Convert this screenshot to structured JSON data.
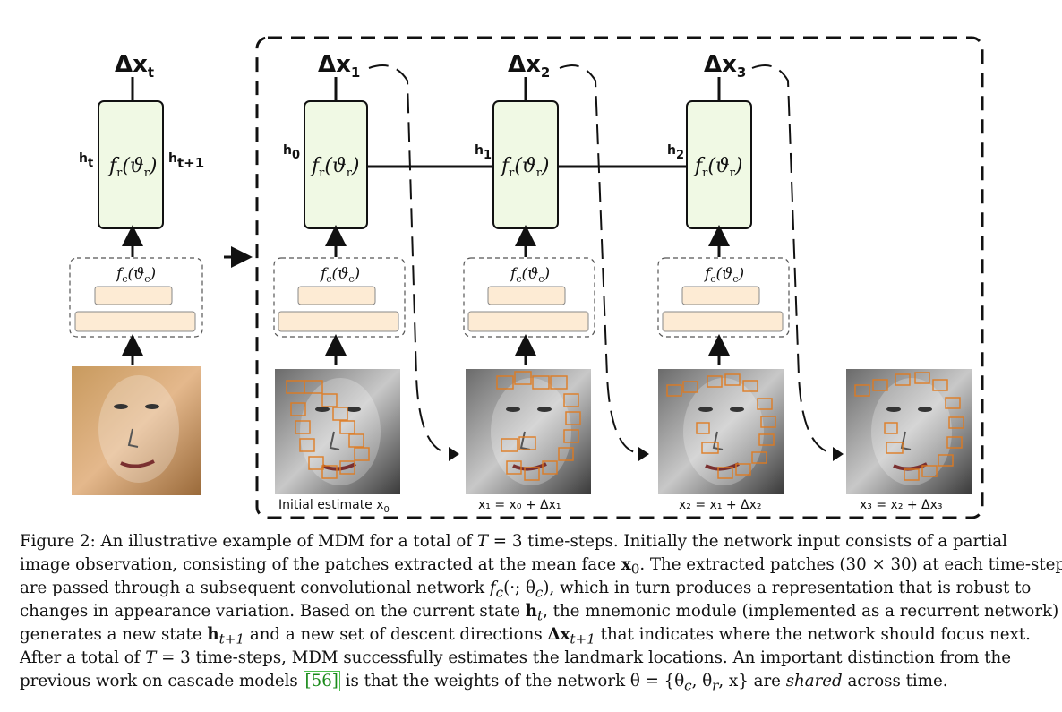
{
  "diagram": {
    "single_cell": {
      "output": "Δx",
      "output_sub": "t",
      "hidden_in": "h",
      "hidden_in_sub": "t",
      "hidden_out": "h",
      "hidden_out_sub": "t+1",
      "recurrent_label": "fr(ϑr)",
      "conv_label": "fc(ϑc)"
    },
    "steps": [
      {
        "output": "Δx",
        "output_sub": "1",
        "hidden": "h",
        "hidden_sub": "0",
        "image_caption": "Initial estimate x",
        "image_caption_sub": "0"
      },
      {
        "output": "Δx",
        "output_sub": "2",
        "hidden": "h",
        "hidden_sub": "1",
        "image_caption": "x₁ = x₀ + Δx₁"
      },
      {
        "output": "Δx",
        "output_sub": "3",
        "hidden": "h",
        "hidden_sub": "2",
        "image_caption": "x₂ = x₁ + Δx₂"
      }
    ],
    "final_image_caption": "x₃ = x₂ + Δx₃",
    "colors": {
      "recurrent_fill": "#f0f9e4",
      "conv_fill": "#fdebd4",
      "patch_color": "#e07a1e",
      "photo_tone": "#e0b48a"
    }
  },
  "caption": {
    "lines": [
      "Figure 2: An illustrative example of MDM for a total of T = 3 time-steps. Initially the network input consists of a partial",
      "image observation, consisting of the patches extracted at the mean face x₀. The extracted patches (30 × 30) at each time-step",
      "are passed through a subsequent convolutional network f_c(·; θ_c), which in turn produces a representation that is robust to",
      "changes in appearance variation. Based on the current state h_t, the mnemonic module (implemented as a recurrent network)",
      "generates a new state h_{t+1} and a new set of descent directions Δx_{t+1} that indicates where the network should focus next.",
      "After a total of T = 3 time-steps, MDM successfully estimates the landmark locations. An important distinction from the",
      "previous work on cascade models [56] is that the weights of the network θ = {θ_c, θ_r, x} are shared across time."
    ],
    "segments": {
      "l1a": "Figure 2: An illustrative example of MDM for a total of ",
      "l1b": "T",
      "l1c": " = 3 time-steps. Initially the network input consists of a partial",
      "l2a": "image observation, consisting of the patches extracted at the mean face ",
      "l2b": "x",
      "l2c": "0",
      "l2d": ". The extracted patches (30 × 30) at each time-step",
      "l3a": "are passed through a subsequent convolutional network ",
      "l3b": "f",
      "l3c": "c",
      "l3d": "(·; θ",
      "l3e": "c",
      "l3f": "), which in turn produces a representation that is robust to",
      "l4a": "changes in appearance variation. Based on the current state ",
      "l4b": "h",
      "l4c": "t",
      "l4d": ", the mnemonic module (implemented as a recurrent network)",
      "l5a": "generates a new state ",
      "l5b": "h",
      "l5c": "t+1",
      "l5d": " and a new set of descent directions ",
      "l5e": "Δx",
      "l5f": "t+1",
      "l5g": " that indicates where the network should focus next.",
      "l6a": "After a total of ",
      "l6b": "T",
      "l6c": " = 3 time-steps, MDM successfully estimates the landmark locations. An important distinction from the",
      "l7a": "previous work on cascade models ",
      "l7b": "[56]",
      "l7c": " is that the weights of the network θ = {θ",
      "l7d": "c",
      "l7e": ", θ",
      "l7f": "r",
      "l7g": ", x} are ",
      "l7h": "shared",
      "l7i": " across time."
    }
  }
}
